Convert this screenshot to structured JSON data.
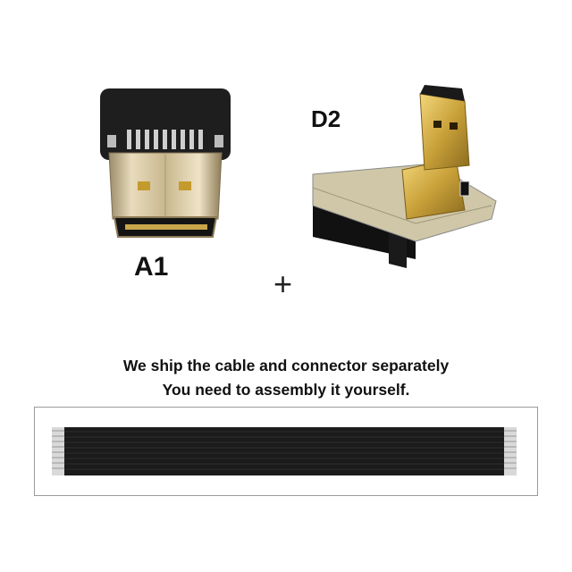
{
  "labels": {
    "a1": "A1",
    "d2": "D2",
    "plus": "+"
  },
  "caption": {
    "line1": "We ship the cable and connector separately",
    "line2": "You need to assembly it yourself."
  },
  "colors": {
    "pcb": "#1c1c1c",
    "gold": "#c9a64a",
    "cable": "#1b1b1b"
  }
}
